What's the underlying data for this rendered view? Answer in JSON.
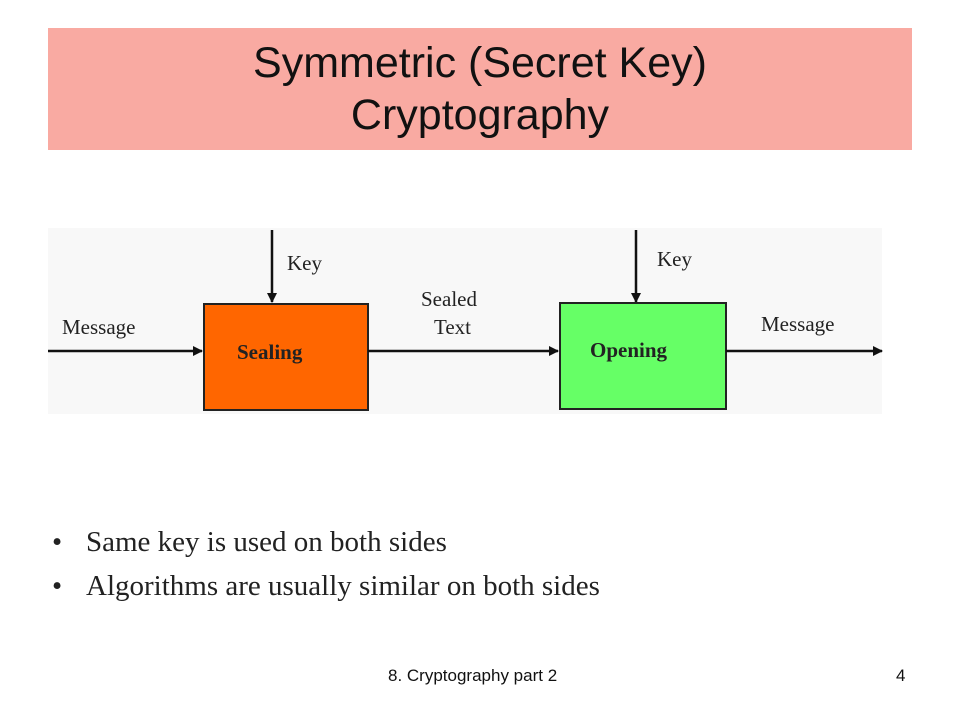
{
  "colors": {
    "title_band": "#f9aaa2",
    "sealing_box": "#ff6600",
    "opening_box": "#66ff66",
    "arrow": "#111111"
  },
  "slide": {
    "title_lines": [
      "Symmetric (Secret Key)",
      "Cryptography"
    ]
  },
  "diagram": {
    "input_label": "Message",
    "sealing": {
      "label": "Sealing",
      "key_label": "Key"
    },
    "sealed_text_lines": [
      "Sealed",
      "Text"
    ],
    "opening": {
      "label": "Opening",
      "key_label": "Key"
    },
    "output_label": "Message"
  },
  "bullets": [
    "Same key is used on both sides",
    "Algorithms are usually similar on both sides"
  ],
  "footer": {
    "left": "8. Cryptography part 2",
    "page_number": "4"
  }
}
